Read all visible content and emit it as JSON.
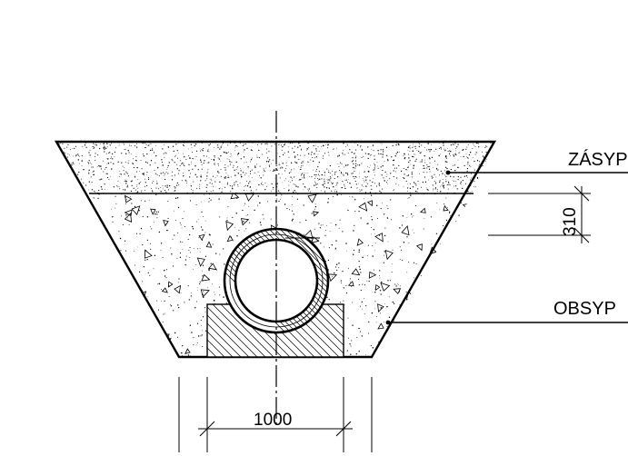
{
  "labels": {
    "backfill": "ZÁSYP",
    "bedding": "OBSYP"
  },
  "dimensions": {
    "width": "1000",
    "layer_height": "310"
  },
  "icons": {
    "backfill_texture": "sand-dot-pattern",
    "bedding_texture": "concrete-triangle-pattern",
    "base_texture": "diagonal-hatch-pattern"
  }
}
